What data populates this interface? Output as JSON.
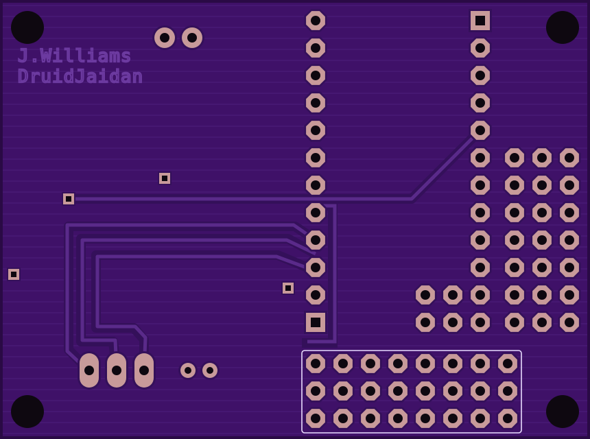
{
  "board": {
    "silkscreen_lines": [
      "J.Williams",
      "DruidJaidan"
    ],
    "colors": {
      "substrate": "#3f1168",
      "hatch": "#4a1c77",
      "trace": "#5a2a8a",
      "trace_keepout": "#34105a",
      "copper": "#c89a9a",
      "drill": "#0e0810",
      "outline": "#e9dcff",
      "silk_text": "#6c3aa0"
    },
    "icons": {
      "mounting_hole": "filled-black-circle",
      "through_hole_pad": "octagon-pad",
      "square_pad": "square-pin1-pad",
      "via": "small-square-via"
    }
  }
}
